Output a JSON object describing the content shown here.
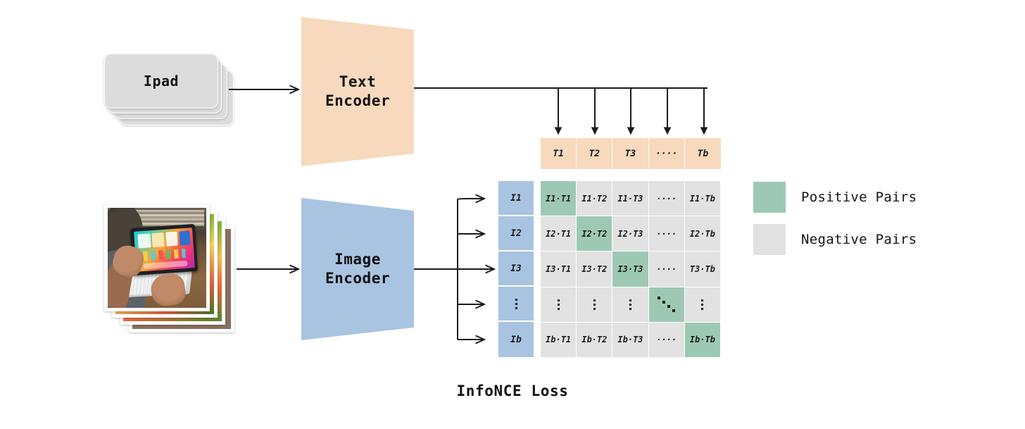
{
  "diagram": {
    "caption": "InfoNCE Loss",
    "text_input": {
      "label": "Ipad",
      "stack_count": 4
    },
    "image_input": {
      "label": "image-thumbnail-stack",
      "stack_count": 4
    },
    "encoders": {
      "text": "Text\nEncoder",
      "image": "Image\nEncoder"
    },
    "text_tokens": [
      "T1",
      "T2",
      "T3",
      "····",
      "Tb"
    ],
    "image_tokens": [
      "I1",
      "I2",
      "I3",
      "⋮",
      "Ib"
    ],
    "matrix": {
      "rows": [
        {
          "cells": [
            {
              "text": "I1·T1",
              "positive": true
            },
            {
              "text": "I1·T2",
              "positive": false
            },
            {
              "text": "I1·T3",
              "positive": false
            },
            {
              "text": "····",
              "positive": false
            },
            {
              "text": "I1·Tb",
              "positive": false
            }
          ]
        },
        {
          "cells": [
            {
              "text": "I2·T1",
              "positive": false
            },
            {
              "text": "I2·T2",
              "positive": true
            },
            {
              "text": "I2·T3",
              "positive": false
            },
            {
              "text": "····",
              "positive": false
            },
            {
              "text": "I2·Tb",
              "positive": false
            }
          ]
        },
        {
          "cells": [
            {
              "text": "I3·T1",
              "positive": false
            },
            {
              "text": "I3·T2",
              "positive": false
            },
            {
              "text": "I3·T3",
              "positive": true
            },
            {
              "text": "····",
              "positive": false
            },
            {
              "text": "T3·Tb",
              "positive": false
            }
          ]
        },
        {
          "cells": [
            {
              "text": "⋮",
              "positive": false
            },
            {
              "text": "⋮",
              "positive": false
            },
            {
              "text": "⋮",
              "positive": false
            },
            {
              "text": "⋱",
              "positive": true
            },
            {
              "text": "⋮",
              "positive": false
            }
          ]
        },
        {
          "cells": [
            {
              "text": "Ib·T1",
              "positive": false
            },
            {
              "text": "Ib·T2",
              "positive": false
            },
            {
              "text": "Ib·T3",
              "positive": false
            },
            {
              "text": "····",
              "positive": false
            },
            {
              "text": "Ib·Tb",
              "positive": true
            }
          ]
        }
      ]
    },
    "legend": [
      {
        "label": "Positive Pairs",
        "color": "#9dc9b4"
      },
      {
        "label": "Negative Pairs",
        "color": "#e2e2e2"
      }
    ],
    "colors": {
      "text_accent": "#f7d9bd",
      "image_accent": "#a8c4e0",
      "positive": "#9dc9b4",
      "negative": "#e2e2e2",
      "card": "#dcdcdc",
      "arrow": "#1b1b1b"
    }
  }
}
